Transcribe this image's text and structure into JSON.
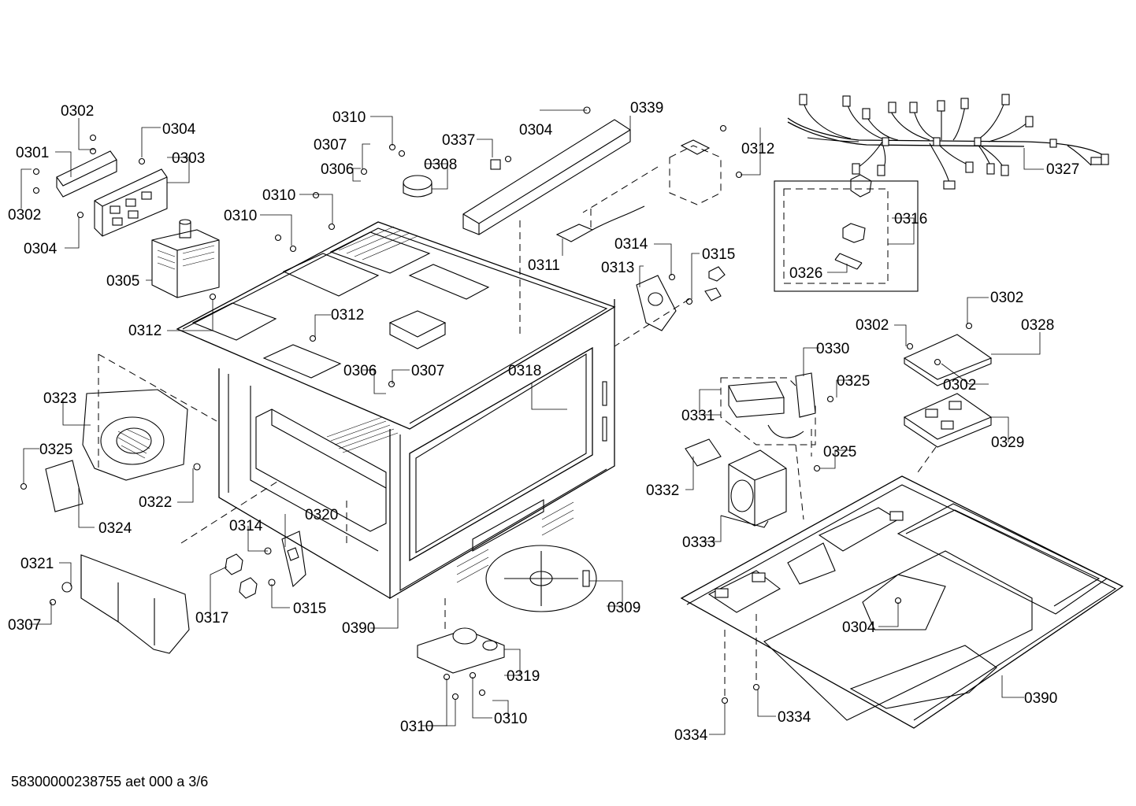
{
  "document": {
    "code": "58300000238755 aet 000 a 3/6"
  },
  "callouts": [
    {
      "id": "c0302a",
      "label": "0302"
    },
    {
      "id": "c0304a",
      "label": "0304"
    },
    {
      "id": "c0301",
      "label": "0301"
    },
    {
      "id": "c0303",
      "label": "0303"
    },
    {
      "id": "c0302b",
      "label": "0302"
    },
    {
      "id": "c0304b",
      "label": "0304"
    },
    {
      "id": "c0305",
      "label": "0305"
    },
    {
      "id": "c0312a",
      "label": "0312"
    },
    {
      "id": "c0310a",
      "label": "0310"
    },
    {
      "id": "c0307a",
      "label": "0307"
    },
    {
      "id": "c0306a",
      "label": "0306"
    },
    {
      "id": "c0308",
      "label": "0308"
    },
    {
      "id": "c0310b",
      "label": "0310"
    },
    {
      "id": "c0310c",
      "label": "0310"
    },
    {
      "id": "c0337",
      "label": "0337"
    },
    {
      "id": "c0304c",
      "label": "0304"
    },
    {
      "id": "c0339",
      "label": "0339"
    },
    {
      "id": "c0312b",
      "label": "0312"
    },
    {
      "id": "c0327",
      "label": "0327"
    },
    {
      "id": "c0316",
      "label": "0316"
    },
    {
      "id": "c0326",
      "label": "0326"
    },
    {
      "id": "c0311",
      "label": "0311"
    },
    {
      "id": "c0314a",
      "label": "0314"
    },
    {
      "id": "c0313",
      "label": "0313"
    },
    {
      "id": "c0315a",
      "label": "0315"
    },
    {
      "id": "c0312c",
      "label": "0312"
    },
    {
      "id": "c0306b",
      "label": "0306"
    },
    {
      "id": "c0307b",
      "label": "0307"
    },
    {
      "id": "c0318",
      "label": "0318"
    },
    {
      "id": "c0302c",
      "label": "0302"
    },
    {
      "id": "c0302d",
      "label": "0302"
    },
    {
      "id": "c0328",
      "label": "0328"
    },
    {
      "id": "c0302e",
      "label": "0302"
    },
    {
      "id": "c0329",
      "label": "0329"
    },
    {
      "id": "c0330",
      "label": "0330"
    },
    {
      "id": "c0325a",
      "label": "0325"
    },
    {
      "id": "c0331",
      "label": "0331"
    },
    {
      "id": "c0325b",
      "label": "0325"
    },
    {
      "id": "c0323",
      "label": "0323"
    },
    {
      "id": "c0325c",
      "label": "0325"
    },
    {
      "id": "c0322",
      "label": "0322"
    },
    {
      "id": "c0324",
      "label": "0324"
    },
    {
      "id": "c0332",
      "label": "0332"
    },
    {
      "id": "c0333",
      "label": "0333"
    },
    {
      "id": "c0320",
      "label": "0320"
    },
    {
      "id": "c0314b",
      "label": "0314"
    },
    {
      "id": "c0321",
      "label": "0321"
    },
    {
      "id": "c0317",
      "label": "0317"
    },
    {
      "id": "c0315b",
      "label": "0315"
    },
    {
      "id": "c0307c",
      "label": "0307"
    },
    {
      "id": "c0390a",
      "label": "0390"
    },
    {
      "id": "c0309",
      "label": "0309"
    },
    {
      "id": "c0304d",
      "label": "0304"
    },
    {
      "id": "c0319",
      "label": "0319"
    },
    {
      "id": "c0390b",
      "label": "0390"
    },
    {
      "id": "c0310d",
      "label": "0310"
    },
    {
      "id": "c0310e",
      "label": "0310"
    },
    {
      "id": "c0334a",
      "label": "0334"
    },
    {
      "id": "c0334b",
      "label": "0334"
    }
  ]
}
